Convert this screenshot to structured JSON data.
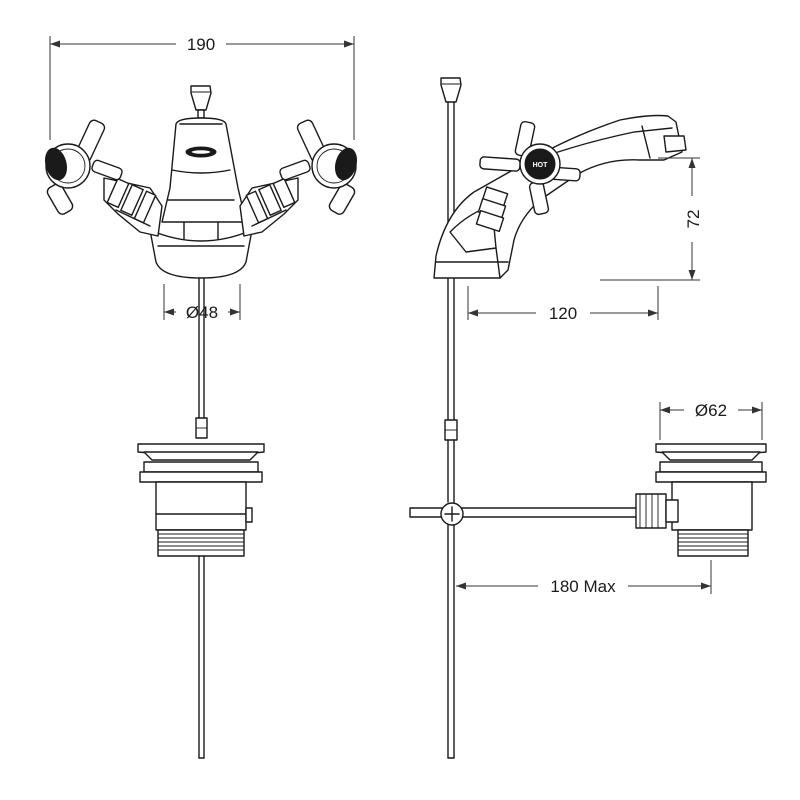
{
  "dimensions": {
    "overall_width": "190",
    "spout_base_diameter": "Ø48",
    "spout_height": "72",
    "spout_reach": "120",
    "waste_diameter": "Ø62",
    "pull_rod_max": "180 Max"
  },
  "handle_label": "HOT"
}
